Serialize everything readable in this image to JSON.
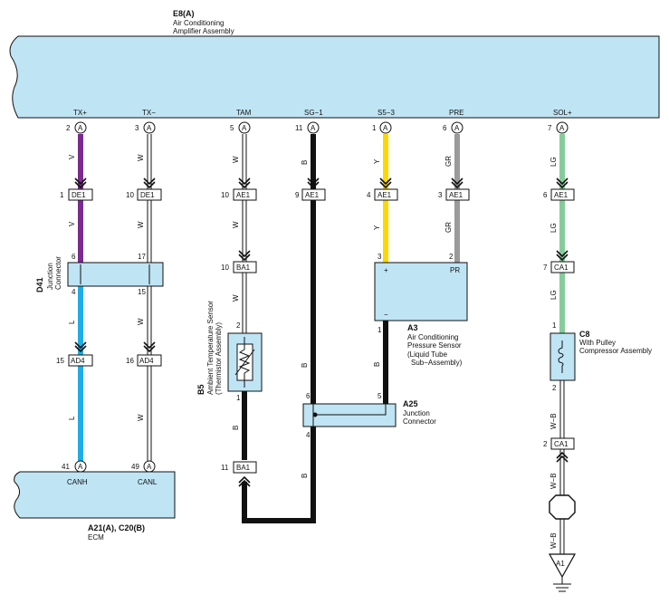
{
  "amplifier": {
    "ref": "E8(A)",
    "name_line1": "Air Conditioning",
    "name_line2": "Amplifier Assembly"
  },
  "ecm": {
    "ref": "A21(A), C20(B)",
    "name": "ECM",
    "pin_canh": "CANH",
    "pin_canl": "CANL",
    "pin_canh_num": "41",
    "pin_canl_num": "49",
    "pin_conn": "A"
  },
  "amp_pins": [
    {
      "label": "TX+",
      "num": "2",
      "conn": "A"
    },
    {
      "label": "TX−",
      "num": "3",
      "conn": "A"
    },
    {
      "label": "TAM",
      "num": "5",
      "conn": "A"
    },
    {
      "label": "SG−1",
      "num": "11",
      "conn": "A"
    },
    {
      "label": "S5−3",
      "num": "1",
      "conn": "A"
    },
    {
      "label": "PRE",
      "num": "6",
      "conn": "A"
    },
    {
      "label": "SOL+",
      "num": "7",
      "conn": "A"
    }
  ],
  "connectors": {
    "de1_a": {
      "name": "DE1",
      "pin": "1"
    },
    "de1_b": {
      "name": "DE1",
      "pin": "10"
    },
    "ae1_tam": {
      "name": "AE1",
      "pin": "10"
    },
    "ae1_sg": {
      "name": "AE1",
      "pin": "9"
    },
    "ae1_s5": {
      "name": "AE1",
      "pin": "4"
    },
    "ae1_pre": {
      "name": "AE1",
      "pin": "3"
    },
    "ae1_sol": {
      "name": "AE1",
      "pin": "6"
    },
    "ba1_top": {
      "name": "BA1",
      "pin": "10"
    },
    "ba1_bot": {
      "name": "BA1",
      "pin": "11"
    },
    "ca1_top": {
      "name": "CA1",
      "pin": "7"
    },
    "ca1_bot": {
      "name": "CA1",
      "pin": "2"
    },
    "ad4_a": {
      "name": "AD4",
      "pin": "15"
    },
    "ad4_b": {
      "name": "AD4",
      "pin": "16"
    },
    "a1": {
      "name": "A1"
    }
  },
  "wire_colors": {
    "v": "V",
    "w": "W",
    "b": "B",
    "y": "Y",
    "gr": "GR",
    "lg": "LG",
    "l": "L",
    "wb": "W−B"
  },
  "d41": {
    "ref": "D41",
    "line1": "Junction",
    "line2": "Connector",
    "pin6": "6",
    "pin17": "17",
    "pin4": "4",
    "pin15": "15"
  },
  "b5": {
    "ref": "B5",
    "line1": "Ambient Temperature Sensor",
    "line2": "(Thermistor Assembly)",
    "pin2": "2",
    "pin1": "1"
  },
  "a3": {
    "ref": "A3",
    "line1": "Air Conditioning",
    "line2": "Pressure Sensor",
    "line3": "(Liquid Tube",
    "line4": "Sub−Assembly)",
    "pin3": "3",
    "pin2": "2",
    "pin1": "1",
    "plus": "+",
    "minus": "−",
    "pr": "PR"
  },
  "a25": {
    "ref": "A25",
    "line1": "Junction",
    "line2": "Connector",
    "pin6": "6",
    "pin5": "5",
    "pin4": "4"
  },
  "c8": {
    "ref": "C8",
    "line1": "With Pulley",
    "line2": "Compressor Assembly",
    "pin1": "1",
    "pin2": "2"
  },
  "colors": {
    "component_fill": "#bfe4f4",
    "violet": "#7b2a8e",
    "blue": "#1eaee5",
    "yellow": "#ffd700",
    "gray": "#9a9a9a",
    "light_green": "#85cc9a",
    "black": "#111111"
  }
}
